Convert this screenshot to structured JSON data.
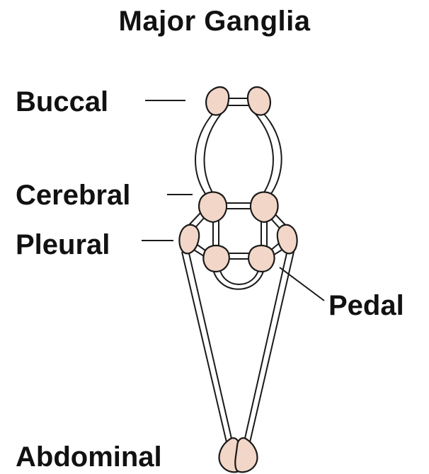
{
  "title": "Major Ganglia",
  "labels": {
    "buccal": "Buccal",
    "cerebral": "Cerebral",
    "pleural": "Pleural",
    "pedal": "Pedal",
    "abdominal": "Abdominal"
  },
  "colors": {
    "ganglion_fill": "#f2d6c8",
    "ganglion_stroke": "#1a1a1a",
    "connective_stroke": "#1a1a1a",
    "text": "#111111",
    "background": "#ffffff"
  }
}
